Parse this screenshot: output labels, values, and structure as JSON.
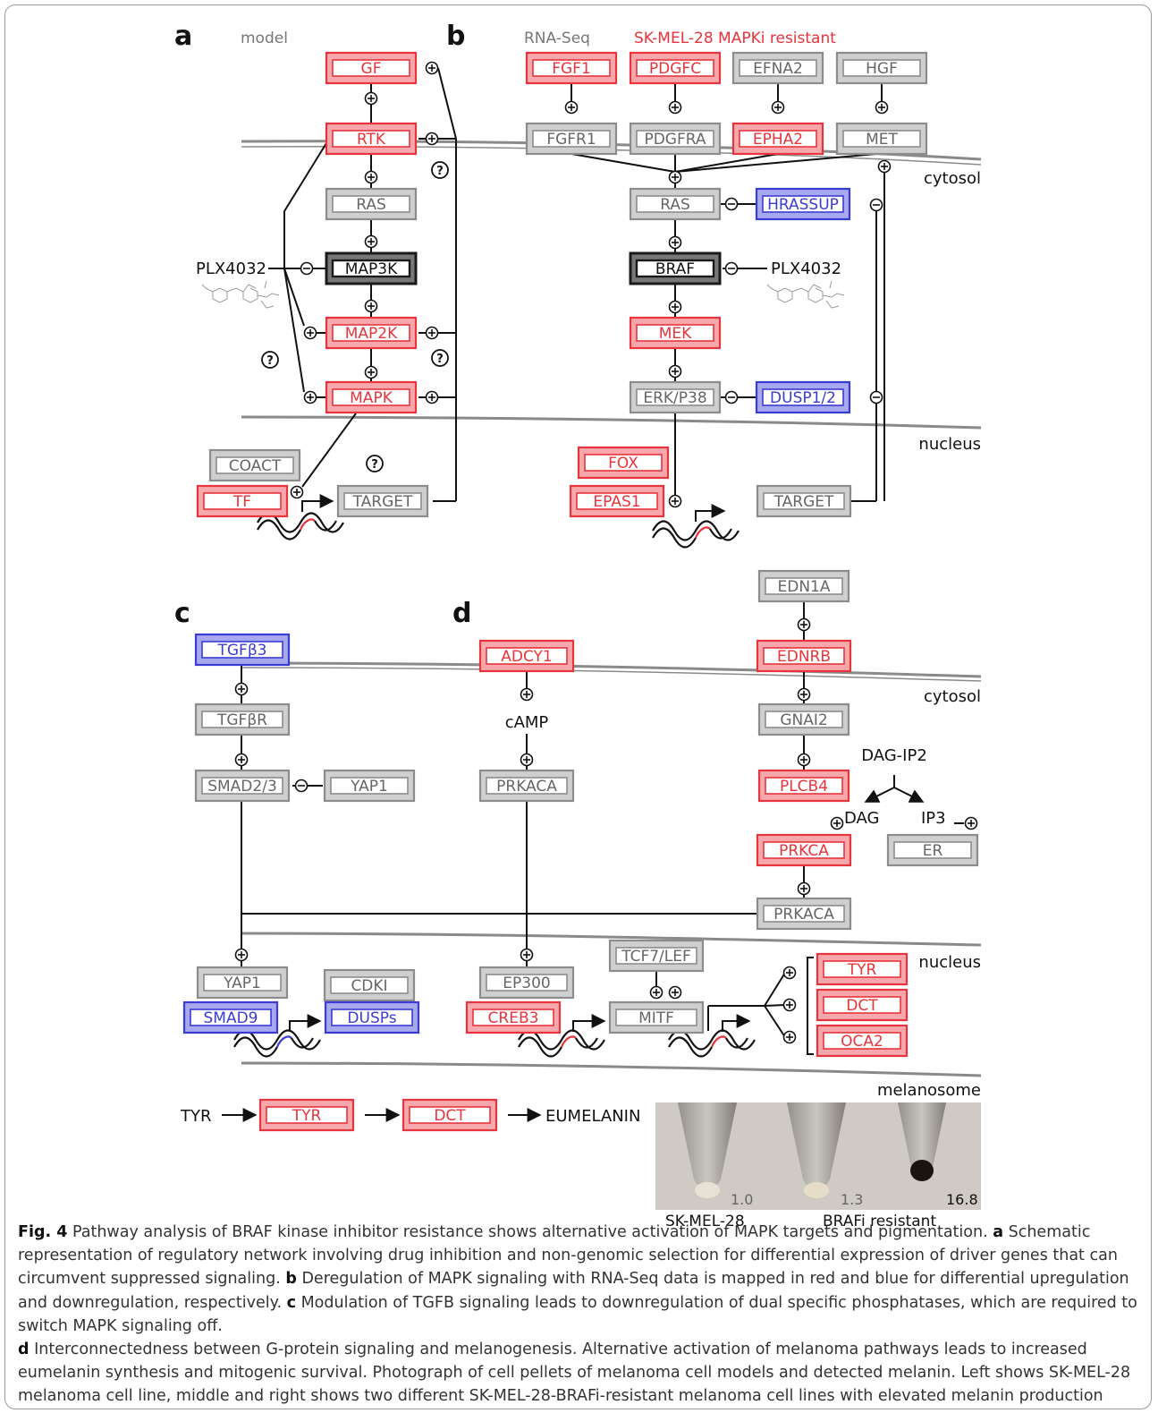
{
  "panels": [
    {
      "letter": "a",
      "subtitle": "model"
    },
    {
      "letter": "b",
      "subtitle": "RNA-Seq",
      "subtitle2": "SK-MEL-28 MAPKi resistant"
    },
    {
      "letter": "c"
    },
    {
      "letter": "d"
    }
  ],
  "compartments": {
    "cytosol": "cytosol",
    "nucleus": "nucleus",
    "melanosome": "melanosome"
  },
  "colors": {
    "up": "#e8343c",
    "down": "#3b3bd6",
    "neutral": "#8c8c8c",
    "drug_target": "#1a1a1a",
    "line": "#111111",
    "membrane": "#8a8a8a"
  },
  "nodes": {
    "a": {
      "gf": "GF",
      "rtk": "RTK",
      "ras": "RAS",
      "map3k": "MAP3K",
      "map2k": "MAP2K",
      "mapk": "MAPK",
      "coact": "COACT",
      "tf": "TF",
      "target": "TARGET",
      "drug": "PLX4032"
    },
    "b": {
      "fgf1": "FGF1",
      "pdgfc": "PDGFC",
      "efna2": "EFNA2",
      "hgf": "HGF",
      "fgfr1": "FGFR1",
      "pdgfra": "PDGFRA",
      "epha2": "EPHA2",
      "met": "MET",
      "ras": "RAS",
      "hrassup": "HRASSUP",
      "braf": "BRAF",
      "drug": "PLX4032",
      "mek": "MEK",
      "erk": "ERK/P38",
      "dusp": "DUSP1/2",
      "fox": "FOX",
      "epas1": "EPAS1",
      "target": "TARGET"
    },
    "c": {
      "tgfb3": "TGFβ3",
      "tgfbr": "TGFβR",
      "smad23": "SMAD2/3",
      "yap1a": "YAP1",
      "yap1b": "YAP1",
      "cdki": "CDKI",
      "smad9": "SMAD9",
      "dusps": "DUSPs"
    },
    "d": {
      "edn1a": "EDN1A",
      "adcy1": "ADCY1",
      "ednrb": "EDNRB",
      "camp": "cAMP",
      "gnai2": "GNAI2",
      "dagip2": "DAG-IP2",
      "prkaca1": "PRKACA",
      "plcb4": "PLCB4",
      "dag": "DAG",
      "ip3": "IP3",
      "prkca": "PRKCA",
      "er": "ER",
      "prkaca2": "PRKACA",
      "tcf7": "TCF7/LEF",
      "ep300": "EP300",
      "creb3": "CREB3",
      "mitf": "MITF",
      "tyr": "TYR",
      "dct": "DCT",
      "oca2": "OCA2"
    }
  },
  "melanin": {
    "substrate": "TYR",
    "enzyme1": "TYR",
    "enzyme2": "DCT",
    "product": "EUMELANIN",
    "photo_values": [
      "1.0",
      "1.3",
      "16.8"
    ],
    "photo_labels": [
      "SK-MEL-28",
      "BRAFi resistant"
    ]
  },
  "caption": {
    "fig_label": "Fig. 4",
    "title": "Pathway analysis of BRAF kinase inhibitor resistance shows alternative activation of MAPK targets and pigmentation.",
    "a_label": "a",
    "a_text": "Schematic representation of regulatory network involving drug inhibition and non-genomic selection for differential expression of driver genes that can circumvent suppressed signaling.",
    "b_label": "b",
    "b_text": "Deregulation of MAPK signaling with RNA-Seq data is mapped in red and blue for differential upregulation and downregulation, respectively.",
    "c_label": "c",
    "c_text": "Modulation of TGFB signaling leads to downregulation of dual specific phosphatases, which are required to switch MAPK signaling off.",
    "d_label": "d",
    "d_text": "Interconnectedness between G-protein signaling and melanogenesis. Alternative activation of melanoma pathways leads to increased eumelanin synthesis and mitogenic survival. Photograph of cell pellets of melanoma cell models and detected melanin. Left shows SK-MEL-28 melanoma cell line, middle and right shows two different SK-MEL-28-BRAFi-resistant melanoma cell lines with elevated melanin production"
  }
}
